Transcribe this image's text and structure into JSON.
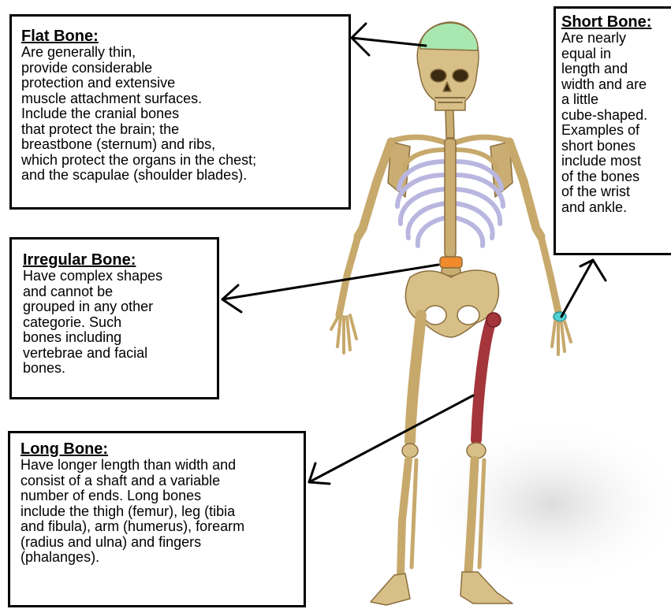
{
  "labels": {
    "flat": {
      "title": "Flat Bone:",
      "text": "Are generally thin,\nprovide considerable\nprotection and extensive\nmuscle attachment surfaces.\nInclude the cranial bones\nthat protect the brain; the\nbreastbone (sternum) and ribs,\nwhich protect the organs in the chest;\nand the scapulae (shoulder blades)."
    },
    "short": {
      "title": "Short Bone:",
      "text": "Are nearly\nequal in\nlength and\nwidth and are\na little\ncube-shaped.\nExamples of\nshort bones\ninclude most\nof the bones\nof the wrist\nand ankle."
    },
    "irregular": {
      "title": "Irregular Bone:",
      "text": "Have complex shapes\nand cannot be\ngrouped in any other\ncategorie. Such\nbones including\nvertebrae and facial\nbones."
    },
    "long": {
      "title": "Long Bone:",
      "text": "Have longer length than width and\nconsist of a shaft and a variable\nnumber of ends. Long bones\ninclude the thigh (femur), leg (tibia\nand fibula), arm (humerus), forearm\n(radius and ulna) and fingers\n(phalanges)."
    }
  },
  "colors": {
    "bone": "#d8bf88",
    "bone_shade": "#a98a55",
    "skull_highlight": "#a8e8b0",
    "ribs": "#b9b6e0",
    "vertebra_highlight": "#f08a2c",
    "femur_highlight": "#a4353a",
    "wrist_highlight": "#4fd0d4",
    "arrow": "#000000"
  }
}
